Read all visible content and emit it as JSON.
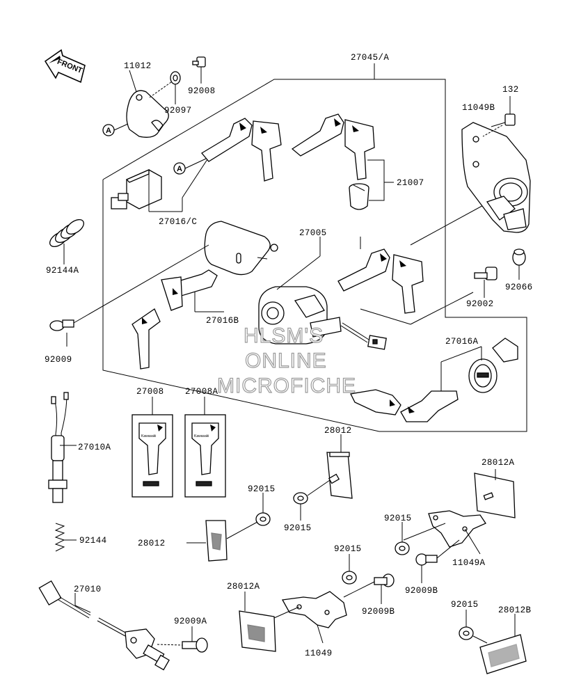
{
  "front_label": "FRONT",
  "callout_letter": "A",
  "watermark": [
    "HLSM'S",
    "ONLINE",
    "MICROFICHE"
  ],
  "part_labels": {
    "p27045A": "27045/A",
    "p11012": "11012",
    "p92008": "92008",
    "p92097": "92097",
    "p132": "132",
    "p11049B": "11049B",
    "p21007": "21007",
    "p27016C": "27016/C",
    "p92144A": "92144A",
    "p27005": "27005",
    "p92066": "92066",
    "p92002": "92002",
    "p27016B": "27016B",
    "p92009": "92009",
    "p27016A": "27016A",
    "p27008": "27008",
    "p27008A": "27008A",
    "p27010A": "27010A",
    "p28012_top": "28012",
    "p28012A_right": "28012A",
    "p92015_a": "92015",
    "p92015_b": "92015",
    "p92015_c": "92015",
    "p28012_left": "28012",
    "p11049A": "11049A",
    "p92144": "92144",
    "p92015_d": "92015",
    "p92009B_a": "92009B",
    "p27010": "27010",
    "p28012A_bottom": "28012A",
    "p92009B_b": "92009B",
    "p92015_e": "92015",
    "p28012B": "28012B",
    "p92009A": "92009A",
    "p11049": "11049"
  }
}
